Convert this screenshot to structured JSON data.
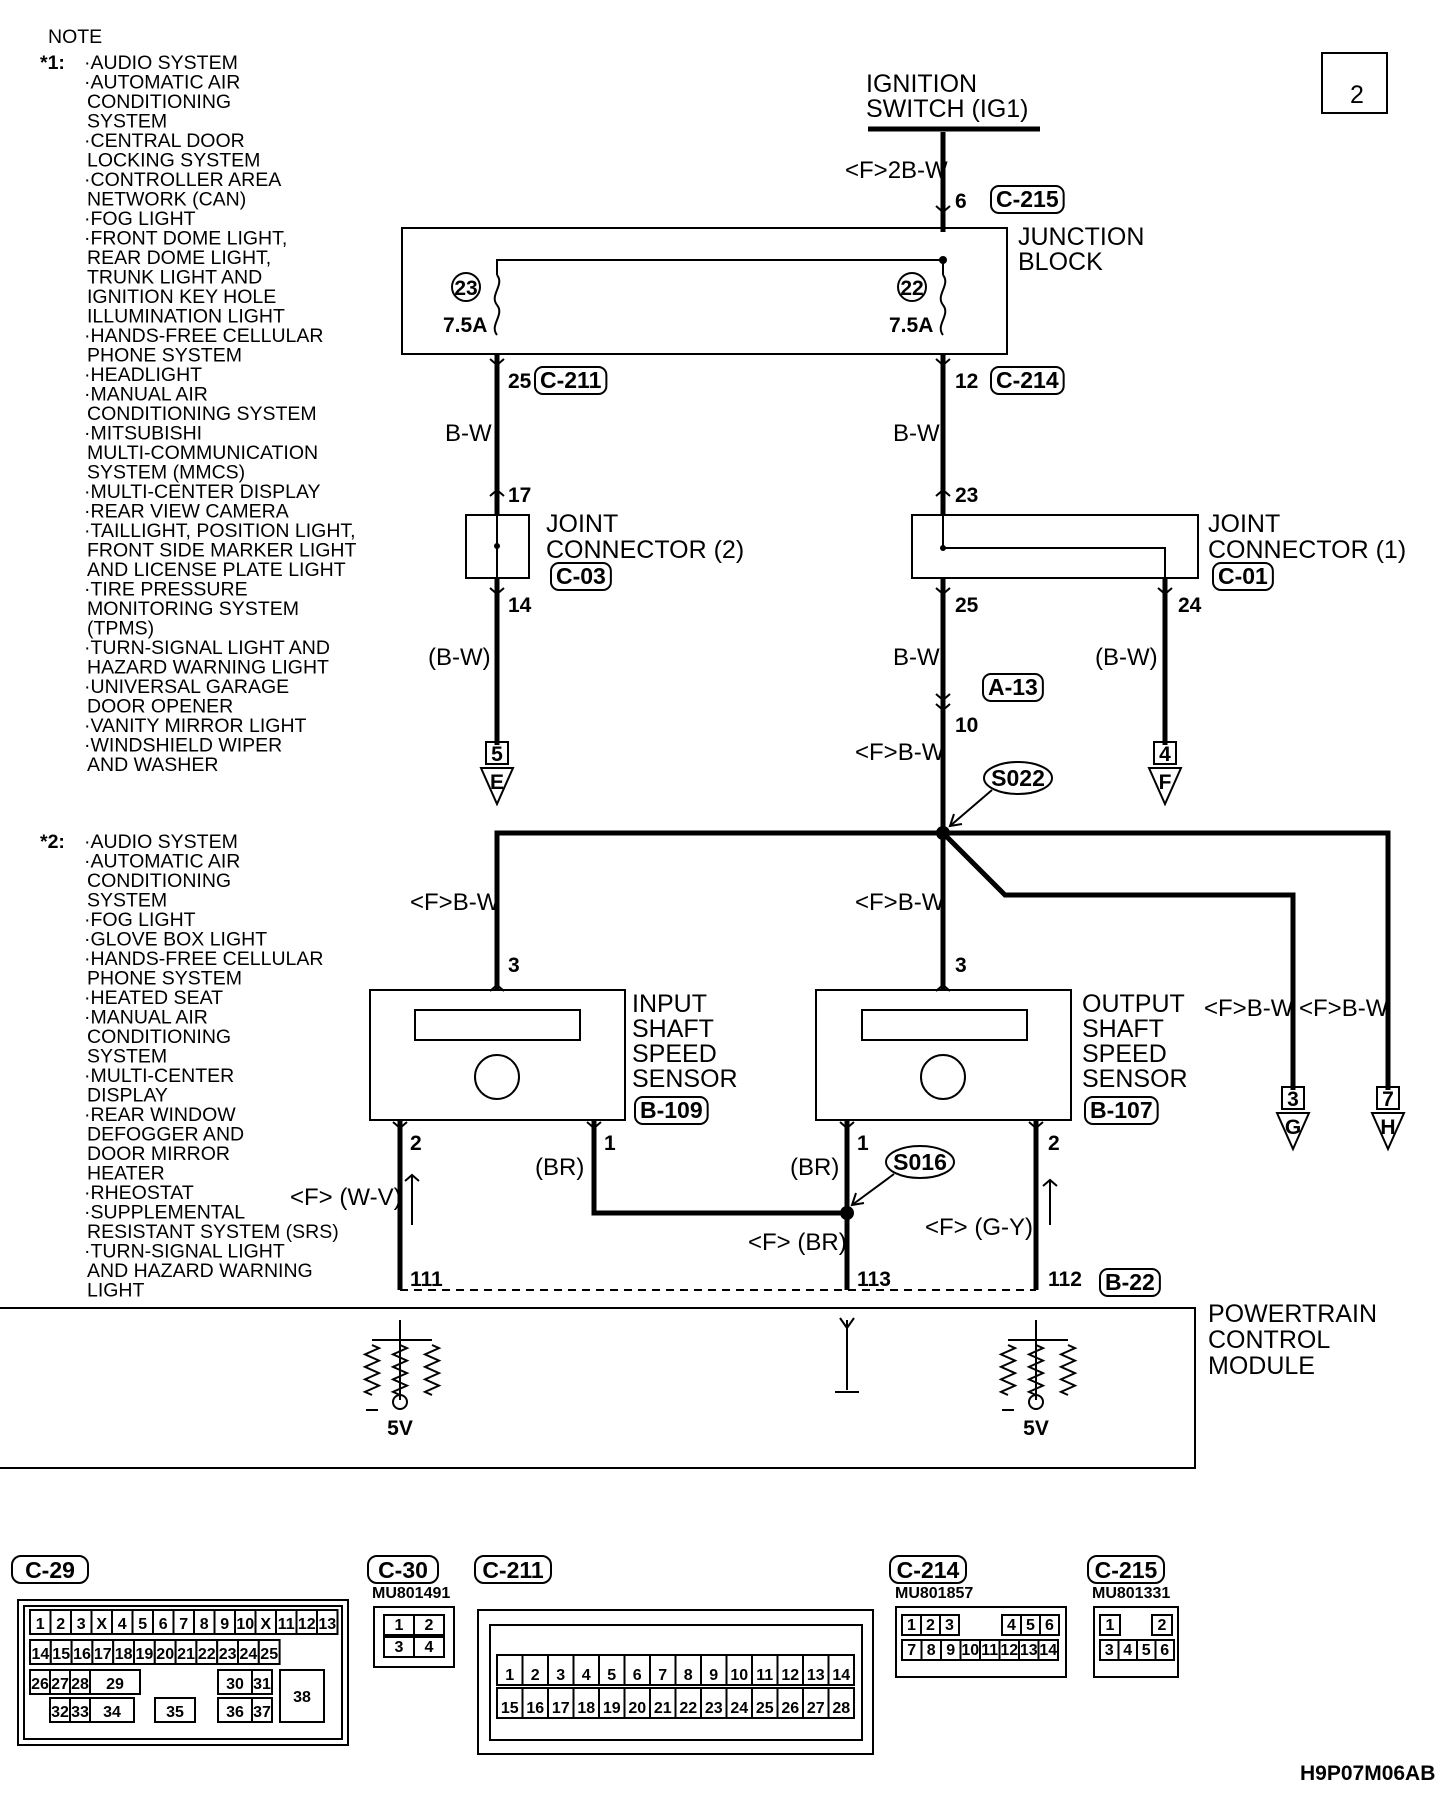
{
  "page": {
    "number": "2",
    "figure_code": "H9P07M06AB"
  },
  "notes": {
    "title": "NOTE",
    "group1_marker": "*1:",
    "group1_lines": [
      "·AUDIO SYSTEM",
      "·AUTOMATIC AIR",
      "CONDITIONING",
      "SYSTEM",
      "·CENTRAL DOOR",
      "LOCKING SYSTEM",
      "·CONTROLLER AREA",
      "NETWORK (CAN)",
      "·FOG LIGHT",
      "·FRONT DOME LIGHT,",
      "REAR DOME LIGHT,",
      "TRUNK LIGHT AND",
      "IGNITION KEY HOLE",
      "ILLUMINATION LIGHT",
      "·HANDS-FREE CELLULAR",
      "PHONE SYSTEM",
      "·HEADLIGHT",
      "·MANUAL AIR",
      "CONDITIONING SYSTEM",
      "·MITSUBISHI",
      "MULTI-COMMUNICATION",
      "SYSTEM (MMCS)",
      "·MULTI-CENTER DISPLAY",
      "·REAR VIEW CAMERA",
      "·TAILLIGHT, POSITION LIGHT,",
      "FRONT SIDE MARKER LIGHT",
      "AND LICENSE PLATE LIGHT",
      "·TIRE PRESSURE",
      "MONITORING SYSTEM",
      "(TPMS)",
      "·TURN-SIGNAL LIGHT AND",
      "HAZARD WARNING LIGHT",
      "·UNIVERSAL GARAGE",
      "DOOR OPENER",
      "·VANITY MIRROR LIGHT",
      "·WINDSHIELD WIPER",
      "AND WASHER"
    ],
    "group2_marker": "*2:",
    "group2_lines": [
      "·AUDIO SYSTEM",
      "·AUTOMATIC AIR",
      "CONDITIONING",
      "SYSTEM",
      "·FOG LIGHT",
      "·GLOVE BOX LIGHT",
      "·HANDS-FREE CELLULAR",
      "PHONE SYSTEM",
      "·HEATED SEAT",
      "·MANUAL AIR",
      "CONDITIONING",
      "SYSTEM",
      "·MULTI-CENTER",
      "DISPLAY",
      "·REAR WINDOW",
      "DEFOGGER AND",
      "DOOR MIRROR",
      "HEATER",
      "·RHEOSTAT",
      "·SUPPLEMENTAL",
      "RESISTANT SYSTEM (SRS)",
      "·TURN-SIGNAL LIGHT",
      "AND HAZARD WARNING",
      "LIGHT"
    ]
  },
  "components": {
    "ignition_line1": "IGNITION",
    "ignition_line2": "SWITCH (IG1)",
    "junction_line1": "JUNCTION",
    "junction_line2": "BLOCK",
    "jc2_line1": "JOINT",
    "jc2_line2": "CONNECTOR (2)",
    "jc1_line1": "JOINT",
    "jc1_line2": "CONNECTOR (1)",
    "iss_lines": [
      "INPUT",
      "SHAFT",
      "SPEED",
      "SENSOR"
    ],
    "oss_lines": [
      "OUTPUT",
      "SHAFT",
      "SPEED",
      "SENSOR"
    ],
    "pcm_lines": [
      "POWERTRAIN",
      "CONTROL",
      "MODULE"
    ]
  },
  "connectors": {
    "c215": "C-215",
    "c211": "C-211",
    "c214": "C-214",
    "c03": "C-03",
    "c01": "C-01",
    "a13": "A-13",
    "b109": "B-109",
    "b107": "B-107",
    "b22": "B-22"
  },
  "splices": {
    "s022": "S022",
    "s016": "S016"
  },
  "fuses": {
    "f23_num": "23",
    "f22_num": "22",
    "rating_left": "7.5A",
    "rating_right": "7.5A"
  },
  "wires": {
    "f_2bw": "<F>2B-W",
    "bw_left": "B-W",
    "bw_right": "B-W",
    "bw_paren_left": "(B-W)",
    "bw_mid": "B-W",
    "bw_paren_right": "(B-W)",
    "f_bw_main": "<F>B-W",
    "f_bw_iss": "<F>B-W",
    "f_bw_oss": "<F>B-W",
    "f_bw_g": "<F>B-W",
    "f_bw_h": "<F>B-W",
    "br_iss": "(BR)",
    "br_oss": "(BR)",
    "f_br": "<F> (BR)",
    "f_wv": "<F> (W-V)",
    "f_gy": "<F> (G-Y)"
  },
  "pins": {
    "p6": "6",
    "p25_top": "25",
    "p12": "12",
    "p17": "17",
    "p14": "14",
    "p23": "23",
    "p25_jc1": "25",
    "p24": "24",
    "p10": "10",
    "p3_iss": "3",
    "p3_oss": "3",
    "p2_iss": "2",
    "p1_iss": "1",
    "p1_oss": "1",
    "p2_oss": "2",
    "p111": "111",
    "p113": "113",
    "p112": "112"
  },
  "offpage": {
    "e_num": "5",
    "e_letter": "E",
    "f_num": "4",
    "f_letter": "F",
    "g_num": "3",
    "g_letter": "G",
    "h_num": "7",
    "h_letter": "H"
  },
  "pcm_internal": {
    "v_left": "5V",
    "v_right": "5V"
  },
  "connector_views": {
    "c29_label": "C-29",
    "c29_rows": [
      [
        "1",
        "2",
        "3",
        "X",
        "4",
        "5",
        "6",
        "7",
        "8",
        "9",
        "10",
        "X",
        "11",
        "12",
        "13"
      ],
      [
        "14",
        "15",
        "16",
        "17",
        "18",
        "19",
        "20",
        "21",
        "22",
        "23",
        "24",
        "25"
      ],
      [
        "26",
        "27",
        "28",
        "29",
        "30",
        "31",
        "38"
      ],
      [
        "32",
        "33",
        "34",
        "35",
        "36",
        "37"
      ]
    ],
    "c30_label": "C-30",
    "c30_part": "MU801491",
    "c30_rows": [
      [
        "1",
        "2"
      ],
      [
        "3",
        "4"
      ]
    ],
    "c211_label": "C-211",
    "c211_rows": [
      [
        "1",
        "2",
        "3",
        "4",
        "5",
        "6",
        "7",
        "8",
        "9",
        "10",
        "11",
        "12",
        "13",
        "14"
      ],
      [
        "15",
        "16",
        "17",
        "18",
        "19",
        "20",
        "21",
        "22",
        "23",
        "24",
        "25",
        "26",
        "27",
        "28"
      ]
    ],
    "c214_label": "C-214",
    "c214_part": "MU801857",
    "c214_rows": [
      [
        "1",
        "2",
        "3",
        "4",
        "5",
        "6"
      ],
      [
        "7",
        "8",
        "9",
        "10",
        "11",
        "12",
        "13",
        "14"
      ]
    ],
    "c215_label": "C-215",
    "c215_part": "MU801331",
    "c215_rows": [
      [
        "1",
        "2"
      ],
      [
        "3",
        "4",
        "5",
        "6"
      ]
    ]
  }
}
